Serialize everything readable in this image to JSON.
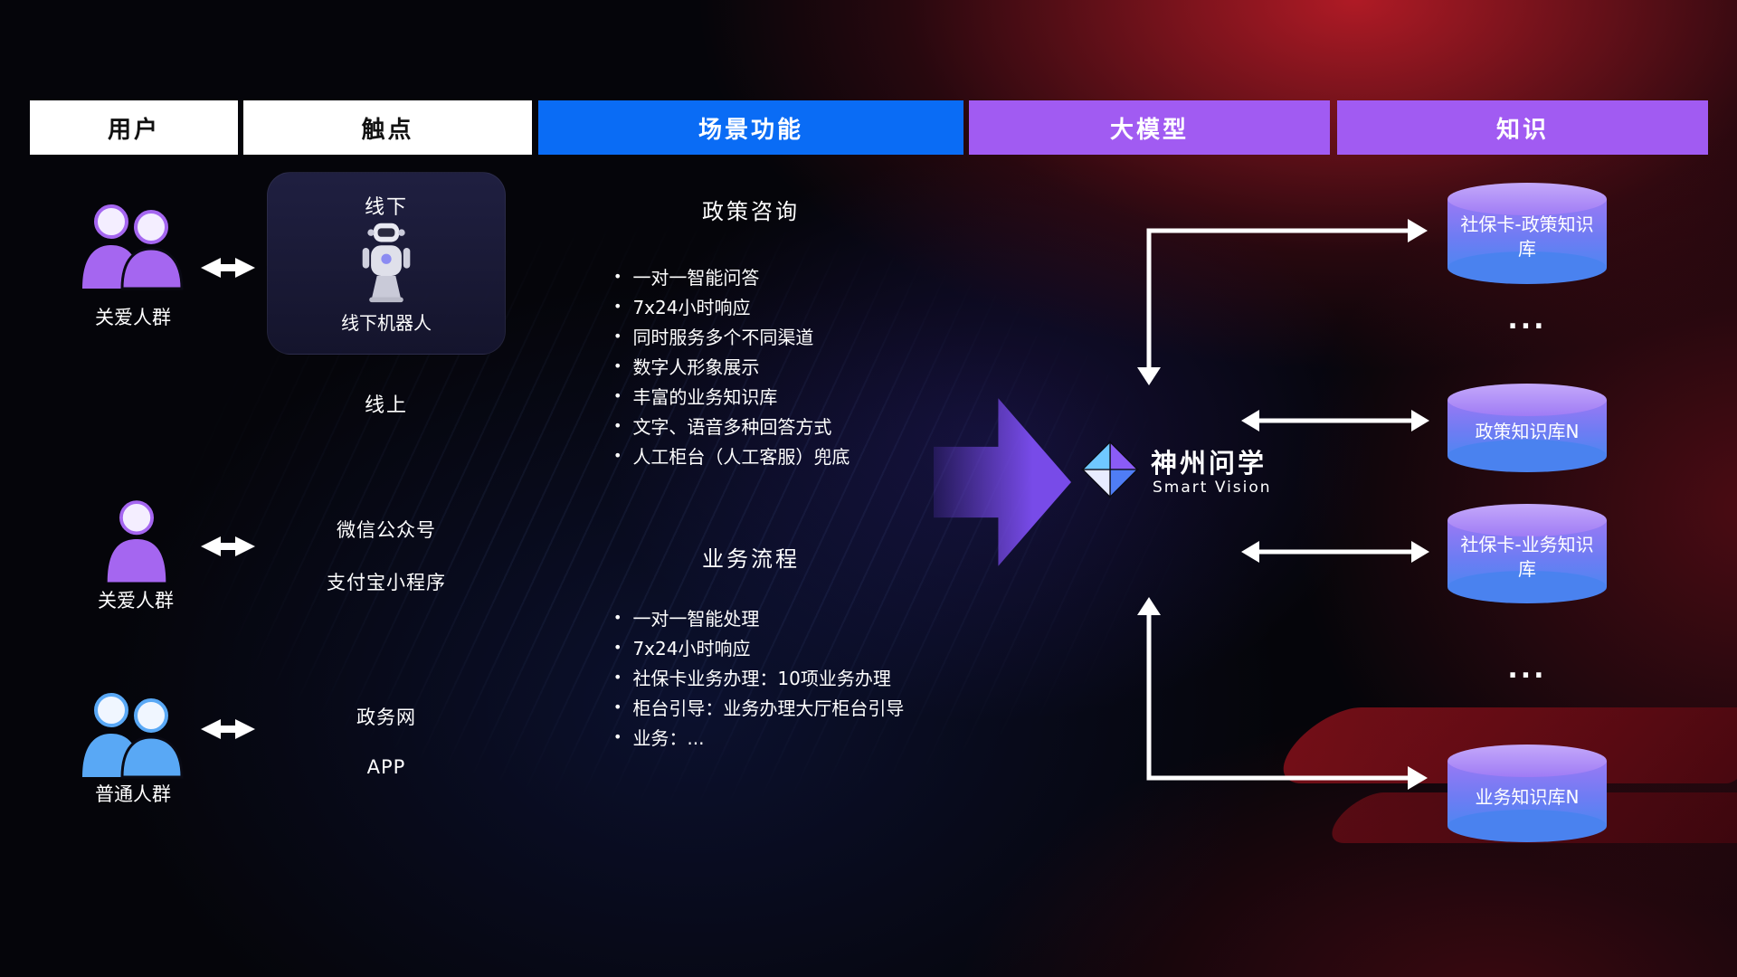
{
  "headers": [
    {
      "label": "用户"
    },
    {
      "label": "触点"
    },
    {
      "label": "场景功能"
    },
    {
      "label": "大模型"
    },
    {
      "label": "知识"
    }
  ],
  "users": [
    {
      "label": "关爱人群",
      "icon": "group-people-purple"
    },
    {
      "label": "关爱人群",
      "icon": "single-person-purple"
    },
    {
      "label": "普通人群",
      "icon": "group-people-blue"
    }
  ],
  "touchpoints": {
    "offline": {
      "title": "线下",
      "robot_label": "线下机器人"
    },
    "online_label": "线上",
    "channels": [
      "微信公众号",
      "支付宝小程序",
      "政务网",
      "APP"
    ]
  },
  "scenarios": [
    {
      "title": "政策咨询",
      "items": [
        "一对一智能问答",
        "7x24小时响应",
        "同时服务多个不同渠道",
        "数字人形象展示",
        "丰富的业务知识库",
        "文字、语音多种回答方式",
        "人工柜台（人工客服）兜底"
      ]
    },
    {
      "title": "业务流程",
      "items": [
        "一对一智能处理",
        "7x24小时响应",
        "社保卡业务办理：10项业务办理",
        "柜台引导：业务办理大厅柜台引导",
        "业务：..."
      ]
    }
  ],
  "model": {
    "name": "神州问学",
    "subtitle": "Smart Vision"
  },
  "knowledge": {
    "items": [
      "社保卡-政策知识库",
      "...",
      "政策知识库N",
      "社保卡-业务知识库",
      "...",
      "业务知识库N"
    ]
  },
  "colors": {
    "header_blue": "#0a6cf5",
    "header_purple": "#a15bf2",
    "user_purple": "#a566f0",
    "user_blue": "#59a8f5",
    "cylinder_top": "#b79bf8",
    "cylinder_bottom": "#4a82ef",
    "arrow_white": "#ffffff",
    "flow_arrow_purple": "#7d4ef2"
  }
}
